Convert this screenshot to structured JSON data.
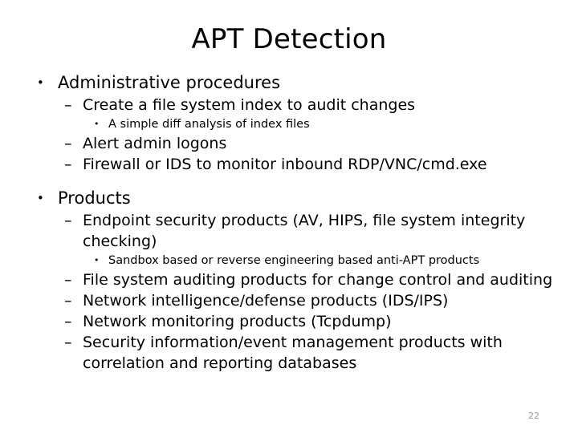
{
  "slide": {
    "title": "APT Detection",
    "page_number": "22",
    "markers": {
      "level1": "•",
      "level2": "–",
      "level3": "•"
    },
    "groups": [
      {
        "heading": "Administrative procedures",
        "items": [
          {
            "level": 2,
            "text": "Create a file system index to audit changes",
            "children": [
              {
                "level": 3,
                "text": "A simple diff analysis of index files"
              }
            ]
          },
          {
            "level": 2,
            "text": "Alert admin logons",
            "children": []
          },
          {
            "level": 2,
            "text": "Firewall or IDS to monitor inbound RDP/VNC/cmd.exe",
            "children": []
          }
        ]
      },
      {
        "heading": "Products",
        "items": [
          {
            "level": 2,
            "text": "Endpoint security products (AV, HIPS, file system integrity checking)",
            "children": [
              {
                "level": 3,
                "text": "Sandbox based or reverse engineering based anti-APT products"
              }
            ]
          },
          {
            "level": 2,
            "text": "File system auditing products for change control and auditing",
            "children": []
          },
          {
            "level": 2,
            "text": "Network intelligence/defense products (IDS/IPS)",
            "children": []
          },
          {
            "level": 2,
            "text": "Network monitoring products (Tcpdump)",
            "children": []
          },
          {
            "level": 2,
            "text": "Security information/event management products with correlation and reporting databases",
            "children": []
          }
        ]
      }
    ]
  }
}
